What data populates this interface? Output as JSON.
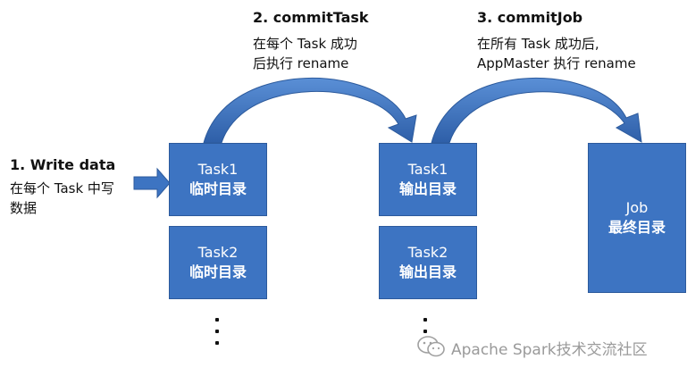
{
  "step1": {
    "title": "1.   Write data",
    "desc_line1": "在每个 Task 中写",
    "desc_line2": "数据"
  },
  "step2": {
    "title": "2. commitTask",
    "desc_line1": "在每个 Task 成功",
    "desc_line2": "后执行 rename"
  },
  "step3": {
    "title": "3. commitJob",
    "desc_line1": "在所有 Task 成功后,",
    "desc_line2": "AppMaster 执行 rename"
  },
  "boxes": {
    "temp1": {
      "line1": "Task1",
      "line2": "临时目录"
    },
    "temp2": {
      "line1": "Task2",
      "line2": "临时目录"
    },
    "out1": {
      "line1": "Task1",
      "line2": "输出目录"
    },
    "out2": {
      "line1": "Task2",
      "line2": "输出目录"
    },
    "job": {
      "line1": "Job",
      "line2": "最终目录"
    }
  },
  "watermark": {
    "text": "Apache Spark技术交流社区",
    "icon": "wechat-icon"
  },
  "colors": {
    "box": "#3d74c2",
    "arrow": "#3d74c2"
  }
}
